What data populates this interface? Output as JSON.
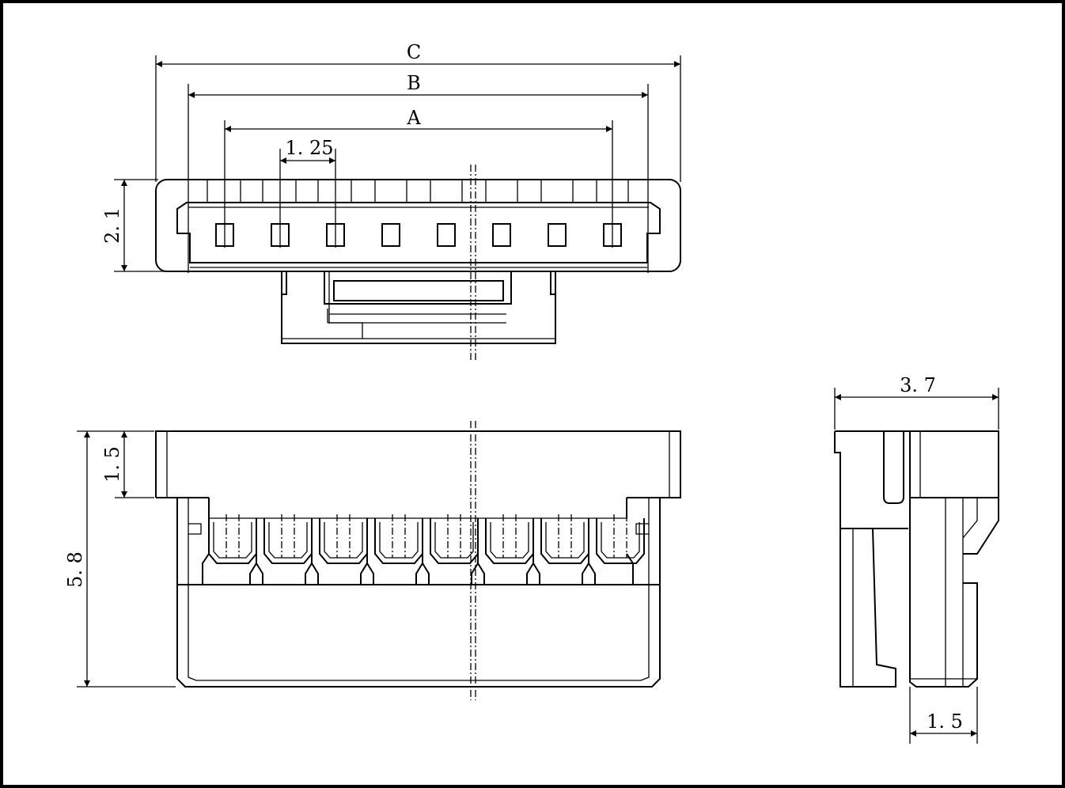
{
  "drawing": {
    "dimensions": {
      "C": "C",
      "B": "B",
      "A": "A",
      "pitch": "1. 25",
      "top_height": "2. 1",
      "front_upper": "1. 5",
      "front_height": "5. 8",
      "side_width": "3. 7",
      "side_bottom": "1. 5"
    },
    "pin_count_shown": 8
  }
}
